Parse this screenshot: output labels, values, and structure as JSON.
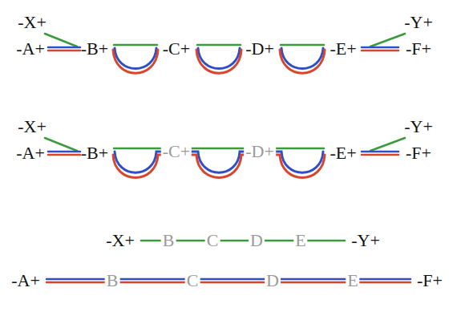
{
  "diagram": {
    "labels": [
      "-X+",
      "-Y+",
      "-A+",
      "-B+",
      "-C+",
      "-D+",
      "-E+",
      "-F+",
      "-X+",
      "-Y+",
      "-A+",
      "-B+",
      "-C+",
      "-D+",
      "-E+",
      "-F+",
      "-X+",
      "B",
      "C",
      "D",
      "E",
      "-Y+",
      "-A+",
      "B",
      "C",
      "D",
      "E",
      "-F+"
    ]
  }
}
